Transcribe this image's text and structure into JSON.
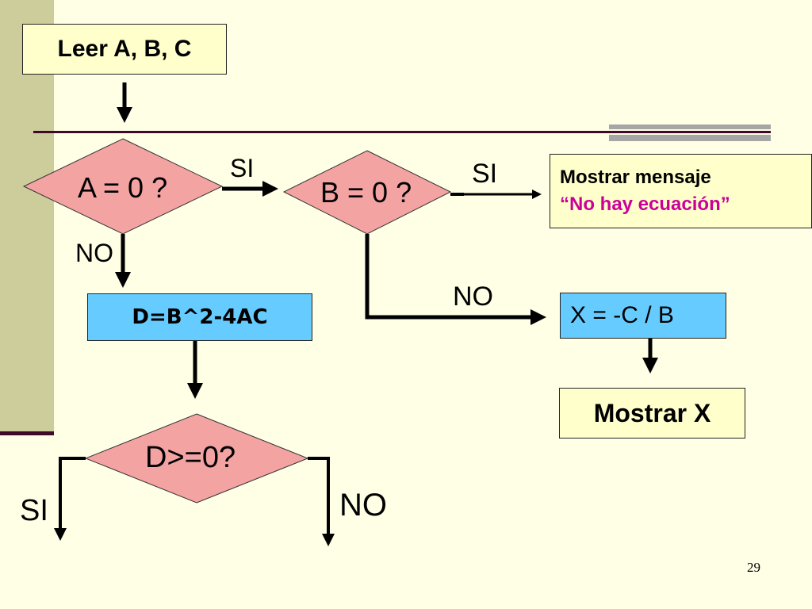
{
  "boxes": {
    "read": "Leer A, B, C",
    "compute_d": "D=B^2-4AC",
    "compute_x": "X = -C / B",
    "show_x": "Mostrar X",
    "message_title": "Mostrar mensaje",
    "message_text": "“No hay ecuación”"
  },
  "decisions": {
    "a_zero": "A = 0 ?",
    "b_zero": "B = 0 ?",
    "d_nonneg": "D>=0?"
  },
  "labels": {
    "a_si": "SI",
    "a_no": "NO",
    "b_si": "SI",
    "b_no": "NO",
    "d_si": "SI",
    "d_no": "NO"
  },
  "page_number": "29",
  "colors": {
    "decision_fill": "#f4a3a3",
    "process_fill": "#66ccff",
    "io_fill": "#ffffcc",
    "message_accent": "#cc0099"
  }
}
